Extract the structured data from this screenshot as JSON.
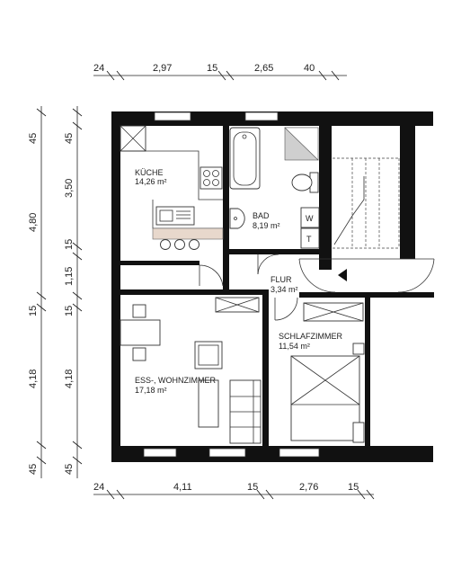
{
  "dimensions": {
    "top": [
      "24",
      "2,97",
      "15",
      "2,65",
      "40"
    ],
    "bottom": [
      "24",
      "4,11",
      "15",
      "2,76",
      "15"
    ],
    "left_outer": [
      "45",
      "4,80",
      "15",
      "4,18",
      "45"
    ],
    "left_inner": [
      "45",
      "3,50",
      "15",
      "1,15",
      "15",
      "4,18",
      "45"
    ]
  },
  "rooms": {
    "kueche": {
      "name": "KÜCHE",
      "area": "14,26 m²"
    },
    "bad": {
      "name": "BAD",
      "area": "8,19 m²"
    },
    "flur": {
      "name": "FLUR",
      "area": "3,34 m²"
    },
    "schlafzimmer": {
      "name": "SCHLAFZIMMER",
      "area": "11,54 m²"
    },
    "wohnzimmer": {
      "name": "ESS-, WOHNZIMMER",
      "area": "17,18 m²"
    }
  },
  "fixtures": {
    "washer_label": "W",
    "dryer_label": "T"
  }
}
